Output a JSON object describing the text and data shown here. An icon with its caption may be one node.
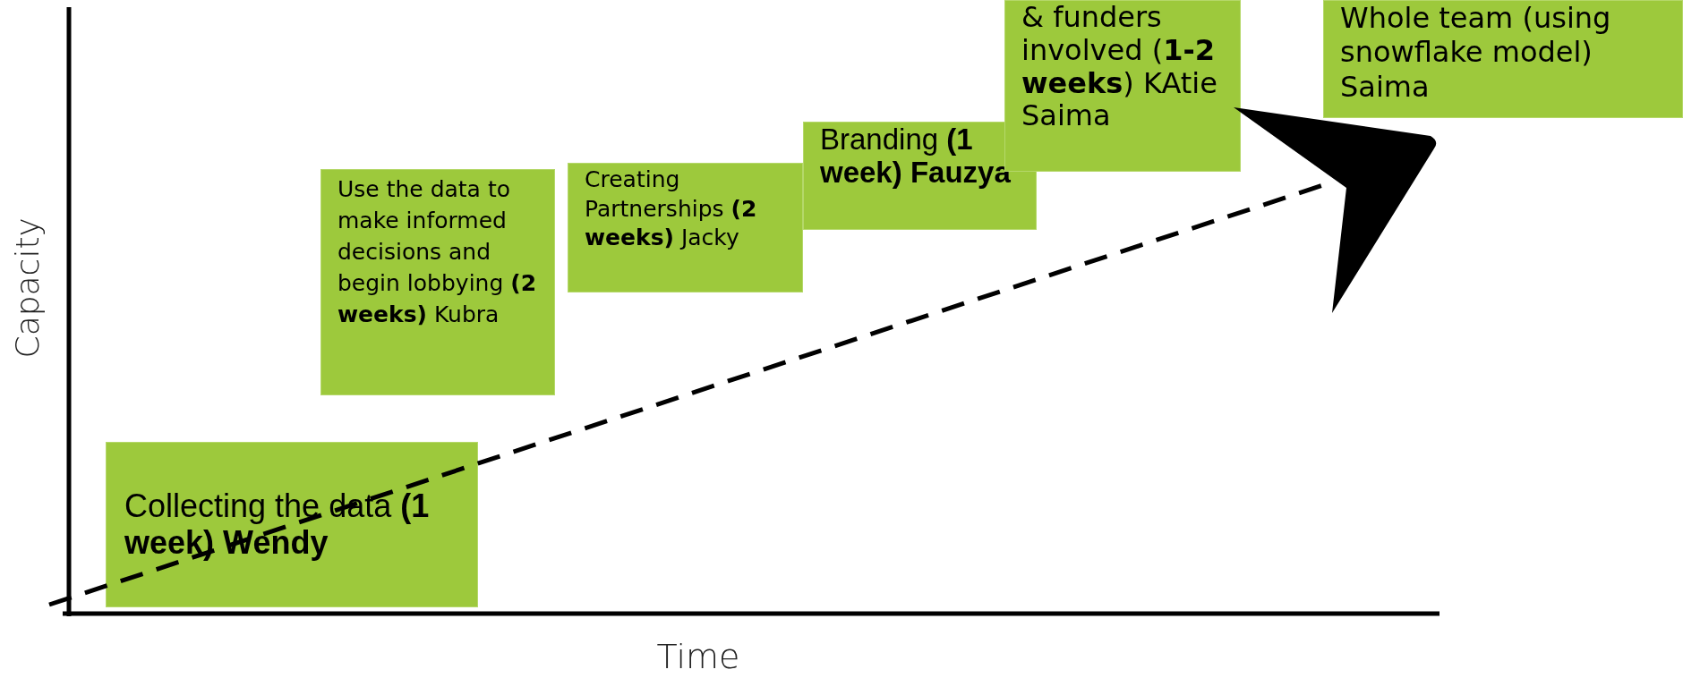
{
  "diagram": {
    "nodes": [
      {
        "text": [
          "Collecting the data **(1 week) Wendy**"
        ]
      },
      {
        "text": [
          "Use the data to make informed decisions and begin lobbying **(2 weeks)** Kubra"
        ]
      },
      {
        "text": [
          "Creating Partnerships **(2 weeks)** Jacky"
        ]
      },
      {
        "text": [
          "Branding **(1 week) Fauzya**"
        ]
      },
      {
        "text": [
          "& funders involved (**1-2 weeks**) KAtie Saima"
        ]
      },
      {
        "text": [
          "Whole team (using snowflake model) Saima"
        ]
      }
    ],
    "labels": [
      "Capacity",
      "Time"
    ]
  }
}
